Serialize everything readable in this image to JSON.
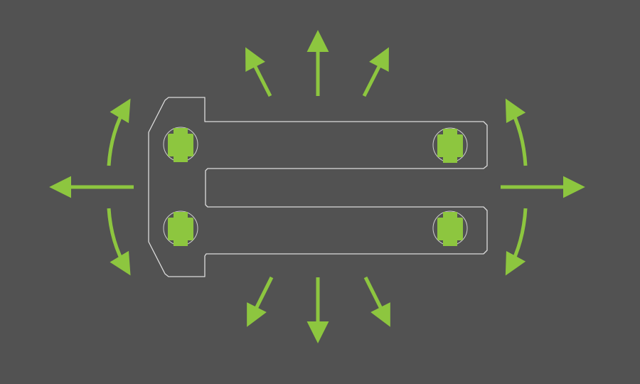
{
  "colors": {
    "background": "#525252",
    "accent": "#8dc63f",
    "outline": "#dcdcdc",
    "ring": "#cfcfcf"
  },
  "icons": {
    "arrow": "arrow-icon",
    "curved_arrow": "curved-arrow-icon",
    "mount_pad": "square-pad-icon"
  },
  "directions": [
    "north",
    "north-east",
    "north-west",
    "east",
    "west",
    "south",
    "south-east",
    "south-west"
  ],
  "curved_arrows": [
    "left-up",
    "left-down",
    "right-up",
    "right-down"
  ],
  "mount_pads": 4
}
